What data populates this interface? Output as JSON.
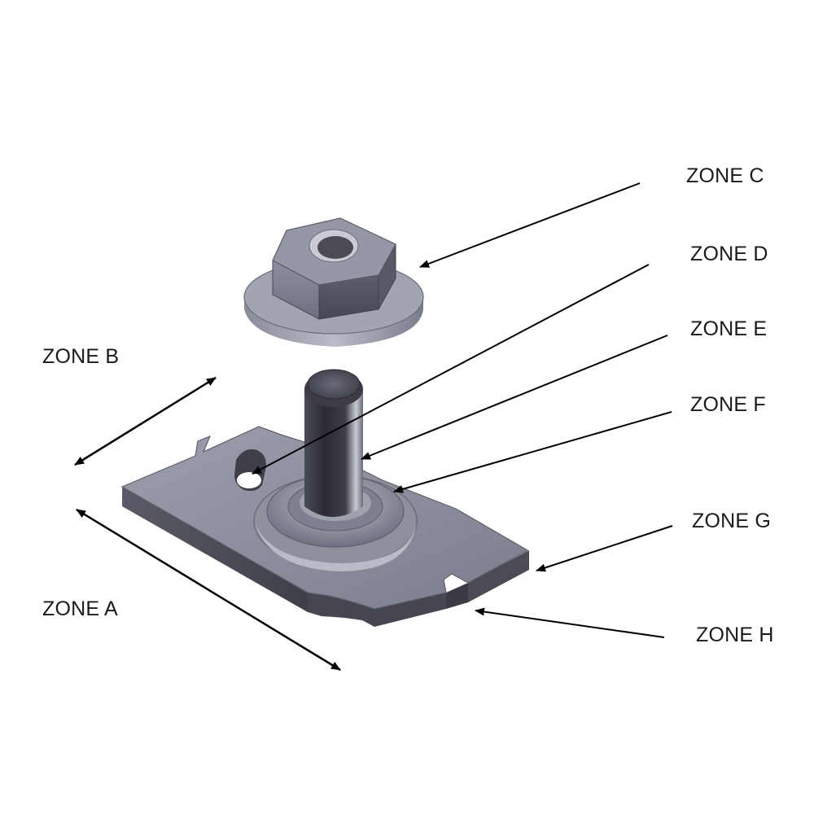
{
  "zones": {
    "a": "ZONE A",
    "b": "ZONE B",
    "c": "ZONE C",
    "d": "ZONE D",
    "e": "ZONE E",
    "f": "ZONE F",
    "g": "ZONE G",
    "h": "ZONE H"
  },
  "colors": {
    "metal_light": "#a3a5b4",
    "metal_mid": "#7f8191",
    "metal_dark": "#4c4c58",
    "stud_dark": "#2f3038",
    "arrow": "#000000",
    "background": "#ffffff"
  },
  "icons": [
    "nut-icon",
    "stud-icon",
    "base-plate-icon"
  ]
}
